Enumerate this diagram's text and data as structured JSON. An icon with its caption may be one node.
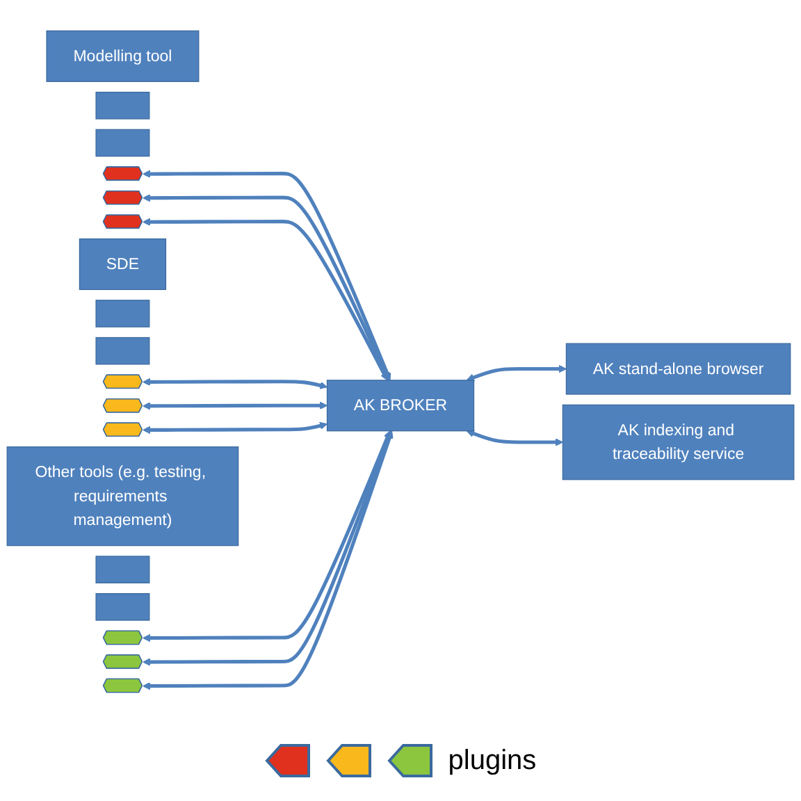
{
  "diagram": {
    "nodes": [
      {
        "text": [
          "Modelling tool"
        ]
      },
      {
        "text": [],
        "shape": "box"
      },
      {
        "text": [],
        "shape": "box"
      },
      {
        "text": [],
        "shape": "pentagon"
      },
      {
        "text": [],
        "shape": "pentagon"
      },
      {
        "text": [],
        "shape": "pentagon"
      },
      {
        "text": [
          "SDE"
        ]
      },
      {
        "text": [],
        "shape": "box"
      },
      {
        "text": [],
        "shape": "box"
      },
      {
        "text": [],
        "shape": "pentagon"
      },
      {
        "text": [],
        "shape": "pentagon"
      },
      {
        "text": [],
        "shape": "pentagon"
      },
      {
        "text": [
          "Other tools (e.g. testing, requirements management)"
        ]
      },
      {
        "text": [],
        "shape": "box"
      },
      {
        "text": [],
        "shape": "box"
      },
      {
        "text": [],
        "shape": "pentagon"
      },
      {
        "text": [],
        "shape": "pentagon"
      },
      {
        "text": [],
        "shape": "pentagon"
      },
      {
        "text": [
          "AK BROKER"
        ]
      },
      {
        "text": [
          "AK stand-alone browser"
        ]
      },
      {
        "text": [
          "AK indexing and traceability service"
        ]
      }
    ],
    "edges": [
      {
        "from": 3,
        "to": 18,
        "arrow": "both"
      },
      {
        "from": 4,
        "to": 18,
        "arrow": "both"
      },
      {
        "from": 5,
        "to": 18,
        "arrow": "both"
      },
      {
        "from": 9,
        "to": 18,
        "arrow": "both"
      },
      {
        "from": 10,
        "to": 18,
        "arrow": "both"
      },
      {
        "from": 11,
        "to": 18,
        "arrow": "both"
      },
      {
        "from": 15,
        "to": 18,
        "arrow": "both"
      },
      {
        "from": 16,
        "to": 18,
        "arrow": "both"
      },
      {
        "from": 17,
        "to": 18,
        "arrow": "both"
      },
      {
        "from": 18,
        "to": 19,
        "arrow": "both"
      },
      {
        "from": 18,
        "to": 20,
        "arrow": "both"
      }
    ],
    "legend": [
      {
        "text": "plugins"
      }
    ]
  }
}
